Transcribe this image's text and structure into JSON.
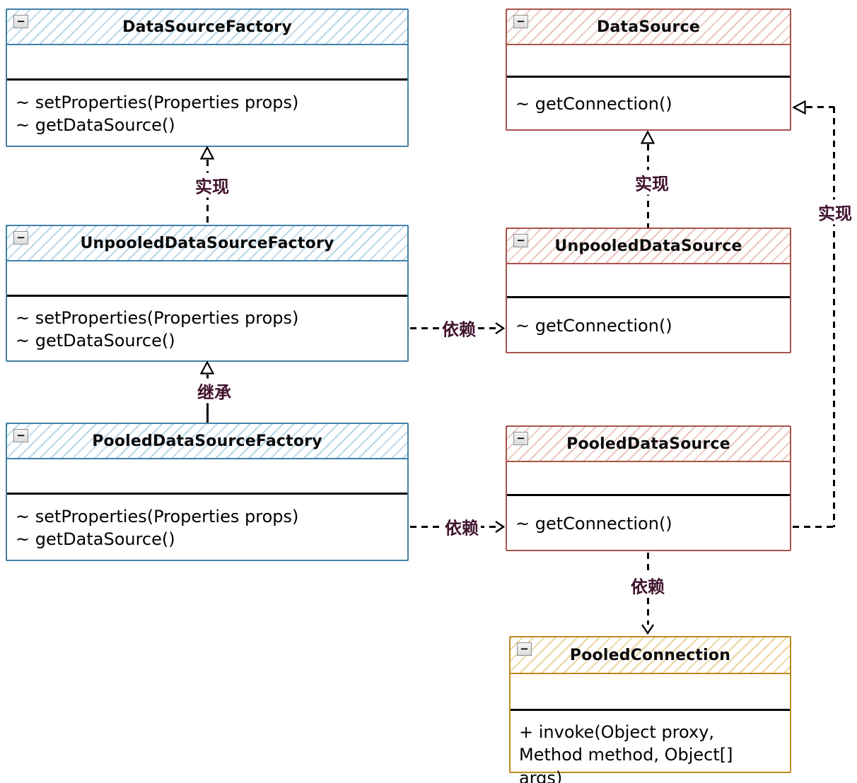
{
  "diagram": {
    "type": "uml-class-diagram",
    "collapse_glyph": "−",
    "classes": [
      {
        "name": "DataSourceFactory",
        "border": "#4380a8",
        "hatch": "#b9d7ea",
        "methods": [
          "~ setProperties(Properties props)",
          "~ getDataSource()"
        ]
      },
      {
        "name": "UnpooledDataSourceFactory",
        "border": "#4380a8",
        "hatch": "#b9d7ea",
        "methods": [
          "~ setProperties(Properties props)",
          "~ getDataSource()"
        ]
      },
      {
        "name": "PooledDataSourceFactory",
        "border": "#4380a8",
        "hatch": "#b9d7ea",
        "methods": [
          "~ setProperties(Properties props)",
          "~ getDataSource()"
        ]
      },
      {
        "name": "DataSource",
        "border": "#a8544a",
        "hatch": "#eac5bf",
        "methods": [
          "~ getConnection()"
        ]
      },
      {
        "name": "UnpooledDataSource",
        "border": "#a8544a",
        "hatch": "#eac5bf",
        "methods": [
          "~ getConnection()"
        ]
      },
      {
        "name": "PooledDataSource",
        "border": "#a8544a",
        "hatch": "#eac5bf",
        "methods": [
          "~ getConnection()"
        ]
      },
      {
        "name": "PooledConnection",
        "border": "#bf8a1f",
        "hatch": "#ecd3a0",
        "methods": [
          "+ invoke(Object proxy, Method method, Object[] args)"
        ]
      }
    ],
    "relations": [
      {
        "from": "UnpooledDataSourceFactory",
        "to": "DataSourceFactory",
        "type": "realization",
        "label": "实现"
      },
      {
        "from": "PooledDataSourceFactory",
        "to": "UnpooledDataSourceFactory",
        "type": "generalization",
        "label": "继承"
      },
      {
        "from": "UnpooledDataSource",
        "to": "DataSource",
        "type": "realization",
        "label": "实现"
      },
      {
        "from": "UnpooledDataSourceFactory",
        "to": "UnpooledDataSource",
        "type": "dependency",
        "label": "依赖"
      },
      {
        "from": "PooledDataSourceFactory",
        "to": "PooledDataSource",
        "type": "dependency",
        "label": "依赖"
      },
      {
        "from": "PooledDataSource",
        "to": "PooledConnection",
        "type": "dependency",
        "label": "依赖"
      },
      {
        "from": "PooledDataSource",
        "to": "DataSource",
        "type": "realization",
        "label": "实现"
      }
    ],
    "colors": {
      "relation_label": "#40132e",
      "line": "#000000",
      "factory_border": "#4380a8",
      "datasource_border": "#a8544a",
      "connection_border": "#bf8a1f"
    }
  }
}
